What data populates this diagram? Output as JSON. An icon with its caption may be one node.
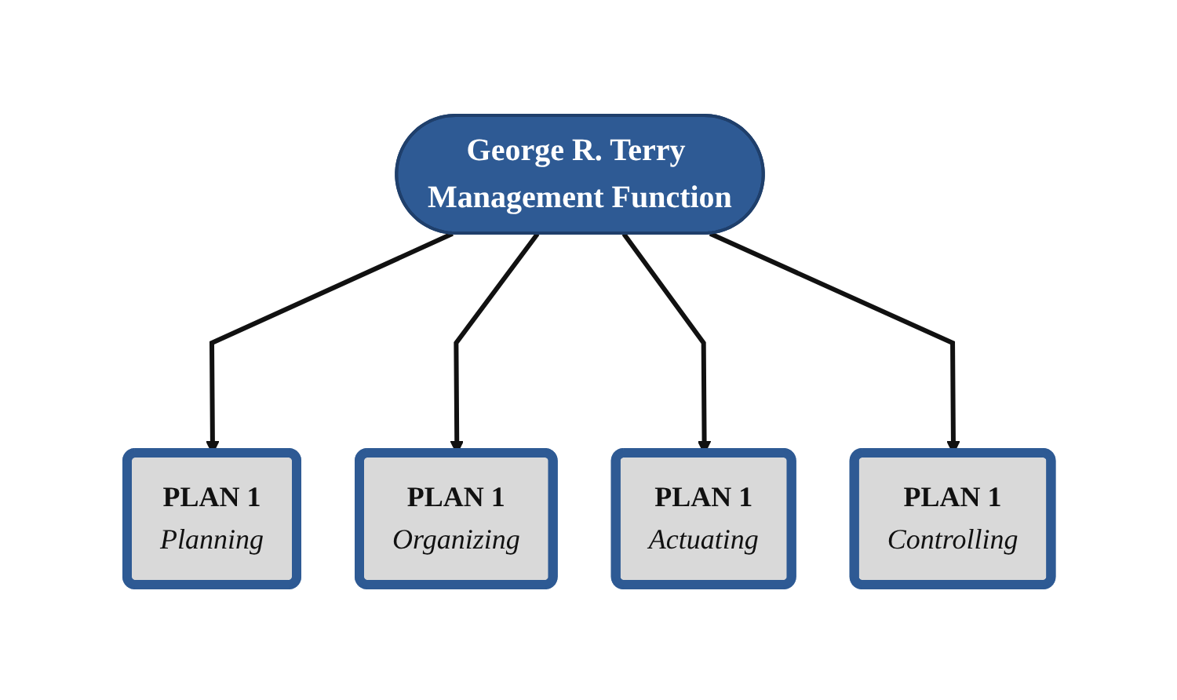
{
  "diagram": {
    "nodes": [
      {
        "text": [
          "George R. Terry Management Function"
        ]
      },
      {
        "text": [
          "PLAN 1",
          "Planning"
        ]
      },
      {
        "text": [
          "PLAN 1",
          "Organizing"
        ]
      },
      {
        "text": [
          "PLAN 1",
          "Actuating"
        ]
      },
      {
        "text": [
          "PLAN 1",
          "Controlling"
        ]
      }
    ],
    "edges": [
      {
        "from": 0,
        "to": 1,
        "arrow": "to"
      },
      {
        "from": 0,
        "to": 2,
        "arrow": "to"
      },
      {
        "from": 0,
        "to": 3,
        "arrow": "to"
      },
      {
        "from": 0,
        "to": 4,
        "arrow": "to"
      }
    ]
  }
}
